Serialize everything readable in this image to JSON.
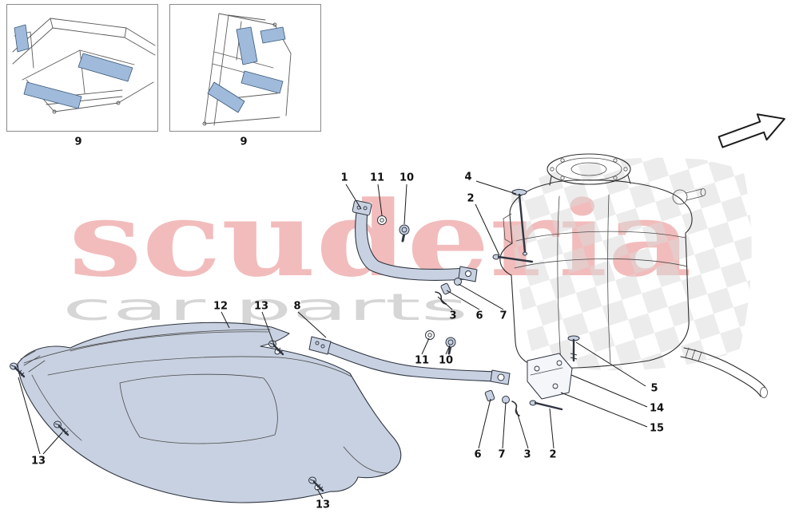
{
  "diagram": {
    "insets": [
      {
        "label": "9"
      },
      {
        "label": "9"
      }
    ],
    "watermark": {
      "line1": "scuderia",
      "line2": "car parts"
    },
    "callouts": [
      {
        "id": "1"
      },
      {
        "id": "11"
      },
      {
        "id": "10"
      },
      {
        "id": "4"
      },
      {
        "id": "2"
      },
      {
        "id": "3"
      },
      {
        "id": "6"
      },
      {
        "id": "7"
      },
      {
        "id": "12"
      },
      {
        "id": "13"
      },
      {
        "id": "8"
      },
      {
        "id": "11"
      },
      {
        "id": "10"
      },
      {
        "id": "5"
      },
      {
        "id": "14"
      },
      {
        "id": "15"
      },
      {
        "id": "6"
      },
      {
        "id": "7"
      },
      {
        "id": "3"
      },
      {
        "id": "2"
      },
      {
        "id": "13"
      },
      {
        "id": "13"
      }
    ]
  },
  "palette": {
    "watermark-pink": "#efaaaa",
    "watermark-gray": "#d4d4d4",
    "highlight-blue": "#9fbada",
    "panel-fill": "#c8d1e1",
    "flag-gray": "#d9d9d9"
  }
}
